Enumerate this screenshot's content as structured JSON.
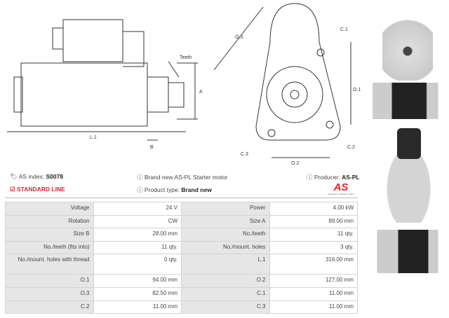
{
  "drawings": {
    "side_labels": {
      "teeth": "Teeth",
      "a": "A",
      "b": "B",
      "l1": "L.1"
    },
    "front_labels": {
      "o3": "O.3",
      "c1": "C.1",
      "o1": "O.1",
      "c2": "C.2",
      "c3": "C.3",
      "o2": "O.2"
    }
  },
  "info": {
    "as_index_label": "AS index:",
    "as_index_value": "S0078",
    "description": "Brand new AS-PL Starter motor",
    "producer_label": "Producer:",
    "producer_value": "AS-PL",
    "standard_line": "STANDARD LINE",
    "product_type_label": "Product type:",
    "product_type_value": "Brand new",
    "logo_text": "AS",
    "logo_tagline": "Alternators, Starters & Parts"
  },
  "colors": {
    "accent": "#e3202a",
    "label_bg": "#e6e6e6"
  },
  "specs": [
    [
      "Voltage",
      "24 V",
      "Power",
      "4.00 kW"
    ],
    [
      "Rotation",
      "CW",
      "Size A",
      "89.00 mm"
    ],
    [
      "Size B",
      "28.00 mm",
      "No./teeth",
      "11 qty."
    ],
    [
      "No./teeth (fits into)",
      "11 qty.",
      "No./mount. holes",
      "3 qty."
    ],
    [
      "No./mount. holes with thread",
      "0 qty.",
      "L.1",
      "316.00 mm"
    ],
    [
      "O.1",
      "94.00 mm",
      "O.2",
      "127.00 mm"
    ],
    [
      "O.3",
      "82.50 mm",
      "C.1",
      "11.00 mm"
    ],
    [
      "C.2",
      "11.00 mm",
      "C.3",
      "11.00 mm"
    ]
  ]
}
